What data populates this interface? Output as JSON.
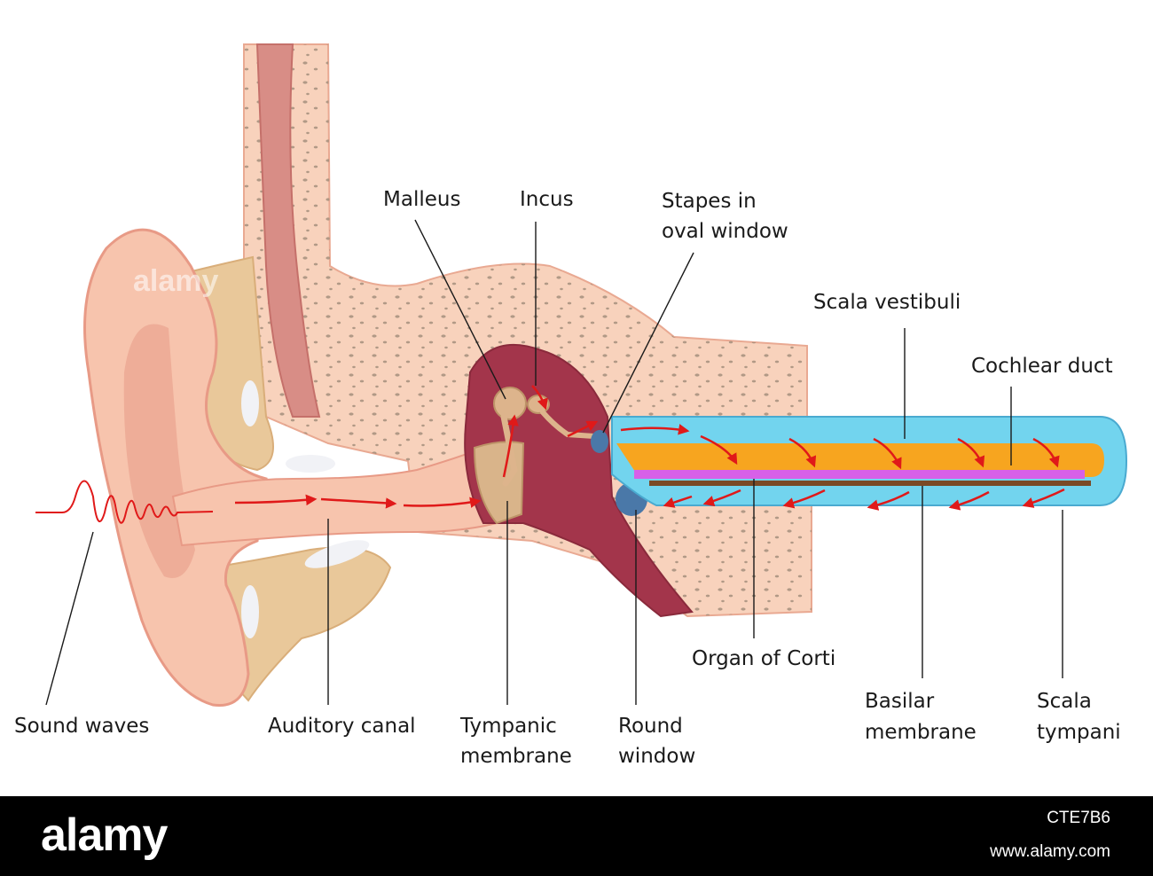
{
  "labels": {
    "sound_waves": "Sound waves",
    "auditory_canal": "Auditory canal",
    "tympanic_1": "Tympanic",
    "tympanic_2": "membrane",
    "round_1": "Round",
    "round_2": "window",
    "malleus": "Malleus",
    "incus": "Incus",
    "stapes_1": "Stapes in",
    "stapes_2": "oval window",
    "scala_vestibuli": "Scala vestibuli",
    "cochlear_duct": "Cochlear duct",
    "organ_of_corti": "Organ of Corti",
    "basilar_1": "Basilar",
    "basilar_2": "membrane",
    "scala_tympani_1": "Scala",
    "scala_tympani_2": "tympani"
  },
  "watermark": {
    "text": "alamy"
  },
  "footer": {
    "logo": "alamy",
    "image_code": "CTE7B6",
    "site": "www.alamy.com"
  },
  "colors": {
    "skin": "#f7c4ad",
    "skin_dark": "#e89a86",
    "bone": "#f8d2bc",
    "cartilage": "#e9c89a",
    "cavity": "#a3354b",
    "cochlea_fluid": "#72d4ee",
    "cochlear_duct": "#f7a51f",
    "basilar_membrane": "#d760e8",
    "organ_of_corti": "#7a4a26",
    "arrow": "#e01919",
    "round_window": "#4a78a8"
  }
}
